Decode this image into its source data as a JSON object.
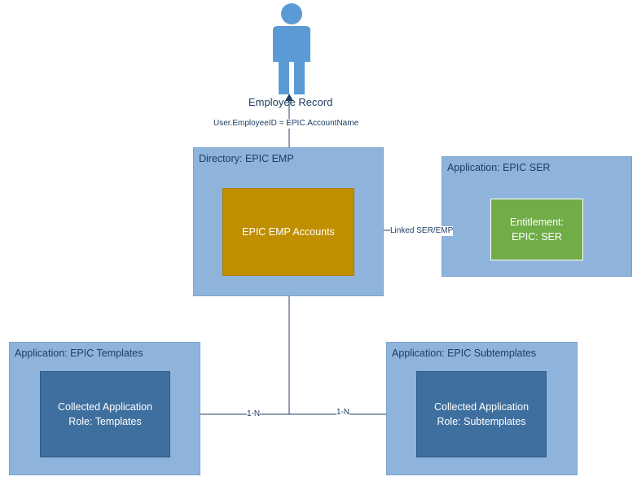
{
  "person": {
    "label": "Employee Record",
    "icon": "person-icon",
    "color": "#5b9bd5"
  },
  "containers": {
    "directory_emp": {
      "title": "Directory: EPIC EMP"
    },
    "app_ser": {
      "title": "Application: EPIC SER"
    },
    "app_templates": {
      "title": "Application: EPIC Templates"
    },
    "app_subtemplates": {
      "title": "Application: EPIC Subtemplates"
    }
  },
  "nodes": {
    "emp_accounts": {
      "label": "EPIC EMP Accounts",
      "color": "#bf8f00"
    },
    "entitlement": {
      "line1": "Entitlement:",
      "line2": "EPIC: SER",
      "color": "#70ad47"
    },
    "templates_role": {
      "line1": "Collected Application",
      "line2": "Role: Templates",
      "color": "#3f6f9f"
    },
    "subtemplates_role": {
      "line1": "Collected Application",
      "line2": "Role: Subtemplates",
      "color": "#3f6f9f"
    }
  },
  "edges": {
    "correlation": "User.EmployeeID = EPIC.AccountName",
    "linked": "Linked SER/EMP",
    "templates_card": "1-N",
    "subtemplates_card": "1-N"
  },
  "colors": {
    "container_fill": "#8eb4db",
    "line": "#1f3c63"
  }
}
